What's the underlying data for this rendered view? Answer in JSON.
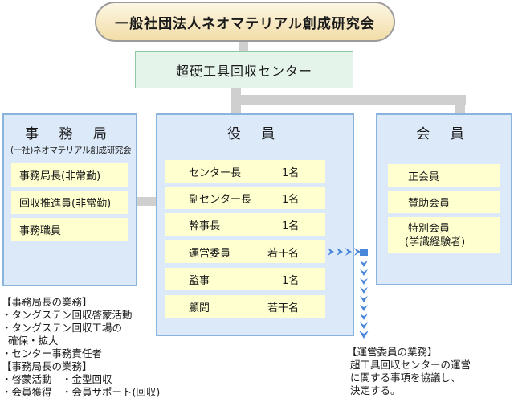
{
  "top_org": {
    "label": "一般社団法人ネオマテリアル創成研究会"
  },
  "center": {
    "label": "超硬工具回収センター"
  },
  "secretariat": {
    "title": "事 務 局",
    "subtitle": "(一社)ネオマテリアル創成研究会",
    "items": [
      "事務局長(非常勤)",
      "回収推進員(非常勤)",
      "事務職員"
    ]
  },
  "officers": {
    "title": "役 員",
    "items": [
      {
        "role": "センター長",
        "count": "1名"
      },
      {
        "role": "副センター長",
        "count": "1名"
      },
      {
        "role": "幹事長",
        "count": "1名"
      },
      {
        "role": "運営委員",
        "count": "若干名"
      },
      {
        "role": "監事",
        "count": "1名"
      },
      {
        "role": "顧問",
        "count": "若干名"
      }
    ]
  },
  "members": {
    "title": "会 員",
    "items": [
      "正会員",
      "賛助会員",
      "特別会員",
      "(学識経験者)"
    ]
  },
  "secretariat_notes": {
    "lines": [
      "【事務局長の業務】",
      "・タングステン回収啓蒙活動",
      "・タングステン回収工場の",
      "  確保・拡大",
      "・センター事務責任者",
      "【事務局長の業務】",
      "・啓蒙活動　・金型回収",
      "・会員獲得　・会員サポート(回収)"
    ]
  },
  "committee_notes": {
    "lines": [
      "【運営委員の業務】",
      "超工具回収センターの運営",
      "に関する事項を協議し、",
      "決定する。"
    ]
  },
  "colors": {
    "connector": "#cfcfcf",
    "arrow": "#4a86d9",
    "panel_bg": "#dce9f8",
    "item_bg": "#ffffcf",
    "center_bg": "#e4f4ea",
    "top_gradient": [
      "#fdf6e4",
      "#f2dda7"
    ]
  }
}
